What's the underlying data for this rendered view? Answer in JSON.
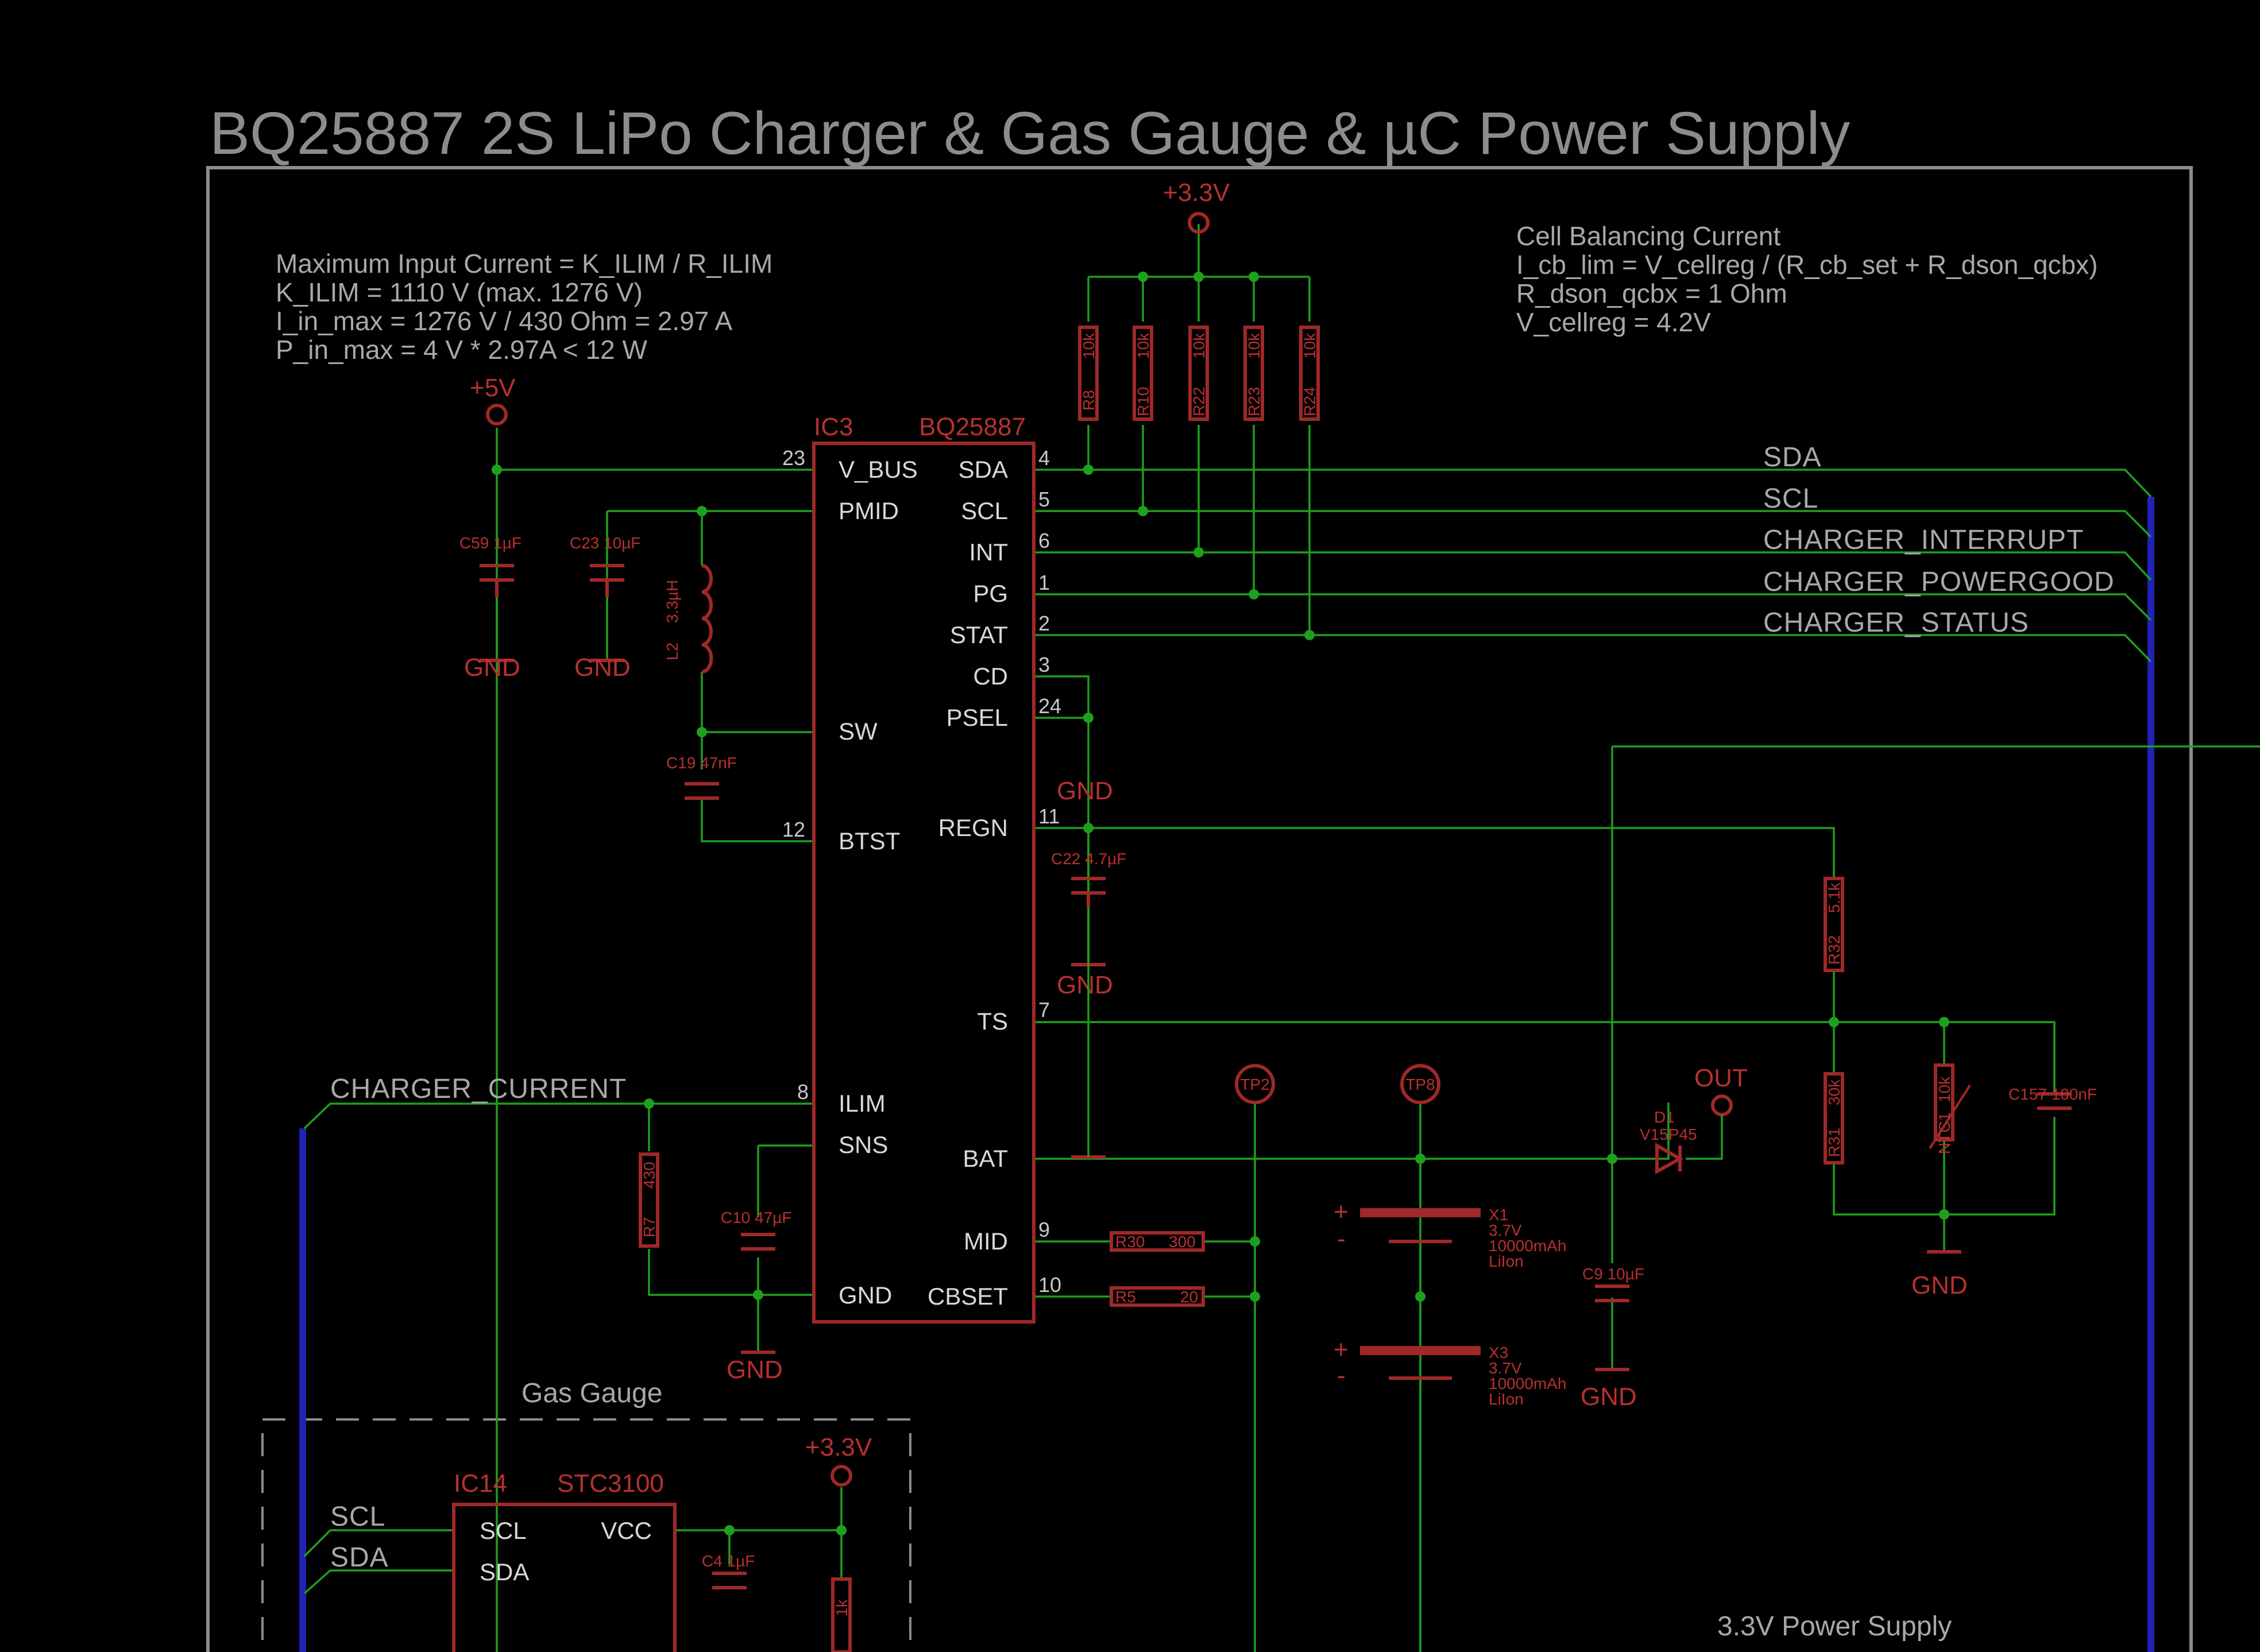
{
  "title": "BQ25887 2S LiPo Charger & Gas Gauge & µC Power Supply",
  "notes": {
    "input_current": [
      "Maximum Input Current = K_ILIM / R_ILIM",
      "K_ILIM = 1110 V (max. 1276 V)",
      "I_in_max = 1276 V / 430 Ohm = 2.97 A",
      "P_in_max = 4 V * 2.97A < 12 W"
    ],
    "cell_balancing": [
      "Cell Balancing Current",
      "I_cb_lim = V_cellreg / (R_cb_set + R_dson_qcbx)",
      "R_dson_qcbx = 1 Ohm",
      "V_cellreg = 4.2V"
    ]
  },
  "supplies": {
    "p5v": "+5V",
    "p33v_top": "+3.3V",
    "p33v_gauge": "+3.3V",
    "out": "OUT"
  },
  "gnd": "GND",
  "ic3": {
    "ref": "IC3",
    "value": "BQ25887",
    "left_pins": [
      {
        "num": "23",
        "name": "V_BUS"
      },
      {
        "num": "",
        "name": "PMID"
      },
      {
        "num": "",
        "name": "SW"
      },
      {
        "num": "12",
        "name": "BTST"
      },
      {
        "num": "8",
        "name": "ILIM"
      },
      {
        "num": "",
        "name": "SNS"
      },
      {
        "num": "",
        "name": "GND"
      }
    ],
    "right_pins": [
      {
        "num": "4",
        "name": "SDA"
      },
      {
        "num": "5",
        "name": "SCL"
      },
      {
        "num": "6",
        "name": "INT"
      },
      {
        "num": "1",
        "name": "PG"
      },
      {
        "num": "2",
        "name": "STAT"
      },
      {
        "num": "3",
        "name": "CD"
      },
      {
        "num": "24",
        "name": "PSEL"
      },
      {
        "num": "11",
        "name": "REGN"
      },
      {
        "num": "7",
        "name": "TS"
      },
      {
        "num": "",
        "name": "BAT"
      },
      {
        "num": "9",
        "name": "MID"
      },
      {
        "num": "10",
        "name": "CBSET"
      }
    ]
  },
  "ic14": {
    "ref": "IC14",
    "value": "STC3100",
    "pins": [
      "SCL",
      "SDA",
      "VCC"
    ]
  },
  "nets": {
    "sda": "SDA",
    "scl": "SCL",
    "int": "CHARGER_INTERRUPT",
    "pg": "CHARGER_POWERGOOD",
    "stat": "CHARGER_STATUS",
    "current": "CHARGER_CURRENT",
    "gauge_scl": "SCL",
    "gauge_sda": "SDA"
  },
  "pullups": [
    {
      "ref": "R8",
      "value": "10k"
    },
    {
      "ref": "R10",
      "value": "10k"
    },
    {
      "ref": "R22",
      "value": "10k"
    },
    {
      "ref": "R23",
      "value": "10k"
    },
    {
      "ref": "R24",
      "value": "10k"
    }
  ],
  "caps": {
    "c59": "C59 1µF",
    "c23": "C23 10µF",
    "c19": "C19 47nF",
    "c22": "C22 4.7µF",
    "c10": "C10 47µF",
    "c9": "C9 10µF",
    "c157": "C157 100nF",
    "c4": "C4 1µF"
  },
  "inductor": {
    "ref": "L2",
    "value": "3.3µH"
  },
  "resistors": {
    "r7": "R7",
    "r7_value": "430",
    "r30": "R30",
    "r30_value": "300",
    "r5": "R5",
    "r5_value": "20",
    "r32": "R32",
    "r32_value": "5.1k",
    "r31": "R31",
    "r31_value": "30k",
    "r_gauge_value": "1k"
  },
  "ntc": {
    "ref": "NTC1",
    "value": "10k"
  },
  "diode": {
    "ref": "D1",
    "value": "V15P45"
  },
  "testpoints": [
    "TP2",
    "TP8"
  ],
  "batteries": [
    {
      "ref": "X1",
      "lines": [
        "3.7V",
        "10000mAh",
        "LiIon"
      ]
    },
    {
      "ref": "X3",
      "lines": [
        "3.7V",
        "10000mAh",
        "LiIon"
      ]
    }
  ],
  "frames": {
    "gas_gauge": "Gas Gauge",
    "power_supply": "3.3V Power Supply"
  }
}
